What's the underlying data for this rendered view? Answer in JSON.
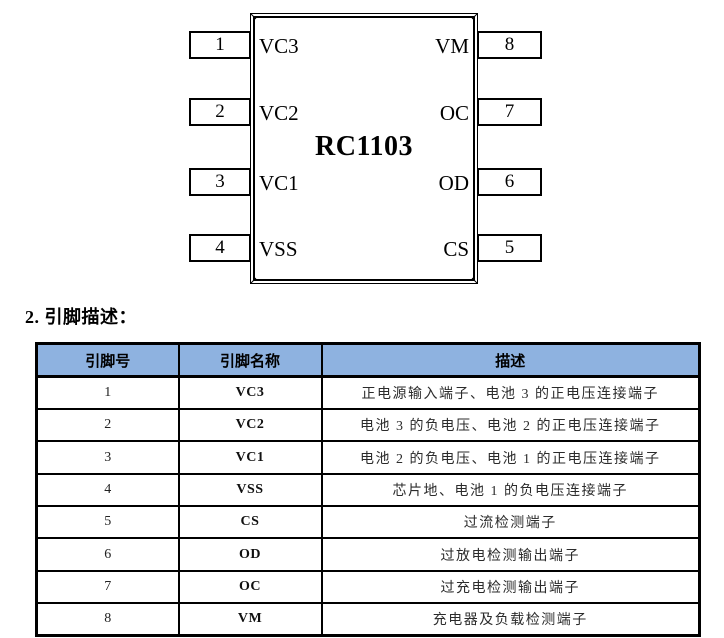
{
  "chip_diagram": {
    "chip_label": "RC1103",
    "left_pins": [
      {
        "number": "1",
        "name": "VC3"
      },
      {
        "number": "2",
        "name": "VC2"
      },
      {
        "number": "3",
        "name": "VC1"
      },
      {
        "number": "4",
        "name": "VSS"
      }
    ],
    "right_pins": [
      {
        "number": "8",
        "name": "VM"
      },
      {
        "number": "7",
        "name": "OC"
      },
      {
        "number": "6",
        "name": "OD"
      },
      {
        "number": "5",
        "name": "CS"
      }
    ]
  },
  "section": {
    "heading": "2. 引脚描述："
  },
  "pin_table": {
    "header_bg": "#8eb2e0",
    "border_color": "#000000",
    "header": {
      "pin_number": "引脚号",
      "pin_name": "引脚名称",
      "description": "描述"
    },
    "rows": [
      {
        "number": "1",
        "name": "VC3",
        "description": "正电源输入端子、电池 3 的正电压连接端子"
      },
      {
        "number": "2",
        "name": "VC2",
        "description": "电池 3 的负电压、电池 2 的正电压连接端子"
      },
      {
        "number": "3",
        "name": "VC1",
        "description": "电池 2 的负电压、电池 1 的正电压连接端子"
      },
      {
        "number": "4",
        "name": "VSS",
        "description": "芯片地、电池 1 的负电压连接端子"
      },
      {
        "number": "5",
        "name": "CS",
        "description": "过流检测端子"
      },
      {
        "number": "6",
        "name": "OD",
        "description": "过放电检测输出端子"
      },
      {
        "number": "7",
        "name": "OC",
        "description": "过充电检测输出端子"
      },
      {
        "number": "8",
        "name": "VM",
        "description": "充电器及负载检测端子"
      }
    ]
  }
}
